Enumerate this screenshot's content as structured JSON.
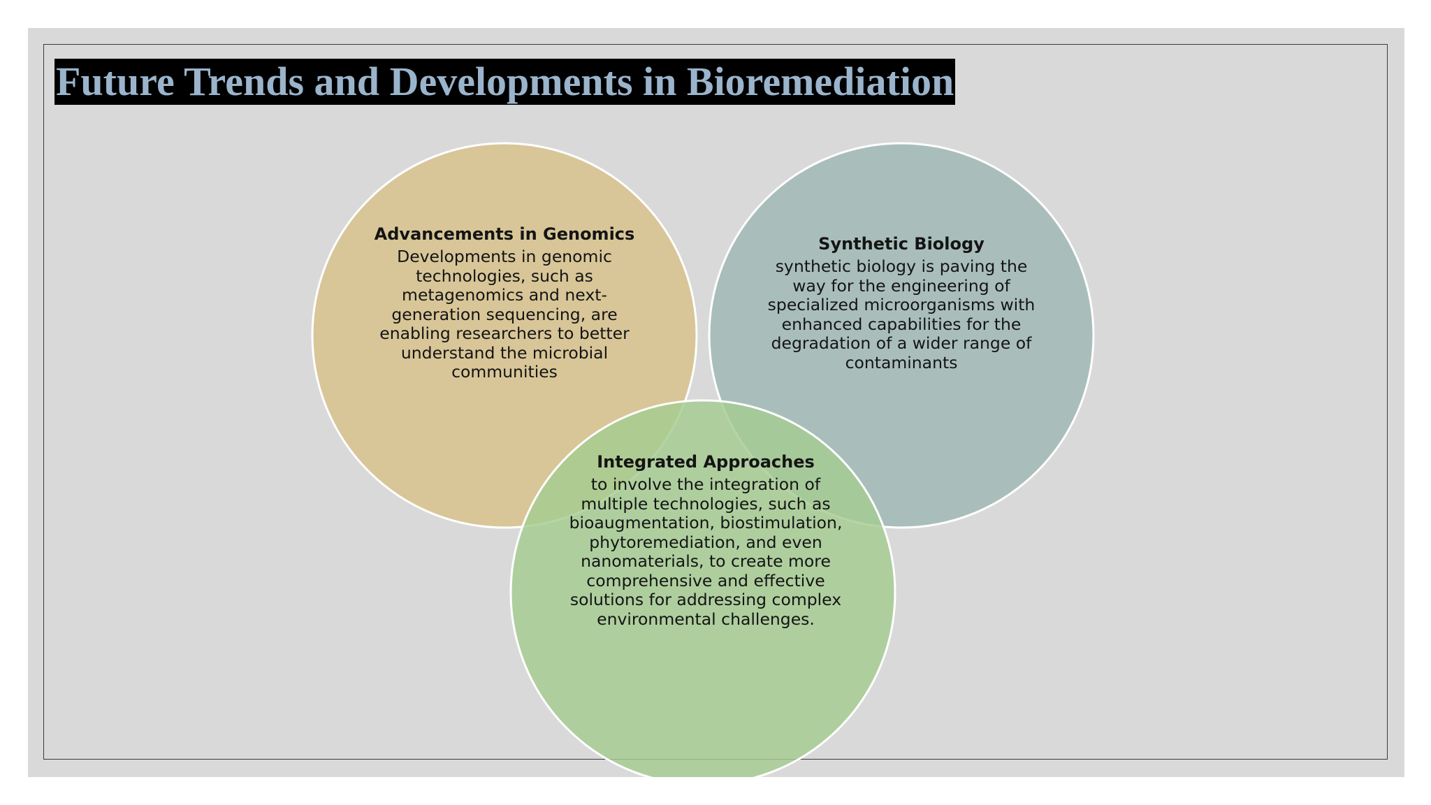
{
  "slide": {
    "title": "Future Trends and Developments in Bioremediation"
  },
  "diagram": {
    "type": "venn",
    "circles": [
      {
        "id": "genomics",
        "heading": "Advancements in Genomics",
        "body": "Developments in genomic technologies, such as metagenomics and next-generation sequencing, are enabling researchers to better understand the microbial communities",
        "color": "#d8c698"
      },
      {
        "id": "synthetic",
        "heading": "Synthetic Biology",
        "body": "synthetic biology is paving the way for the engineering of specialized microorganisms with enhanced capabilities for the degradation of a wider range of contaminants",
        "color": "#a9beba"
      },
      {
        "id": "integrated",
        "heading": "Integrated Approaches",
        "body": "to involve the integration of multiple technologies, such as bioaugmentation, biostimulation, phytoremediation, and even nanomaterials, to create more comprehensive and effective solutions for addressing complex environmental challenges.",
        "color": "#a5cc91"
      }
    ]
  }
}
